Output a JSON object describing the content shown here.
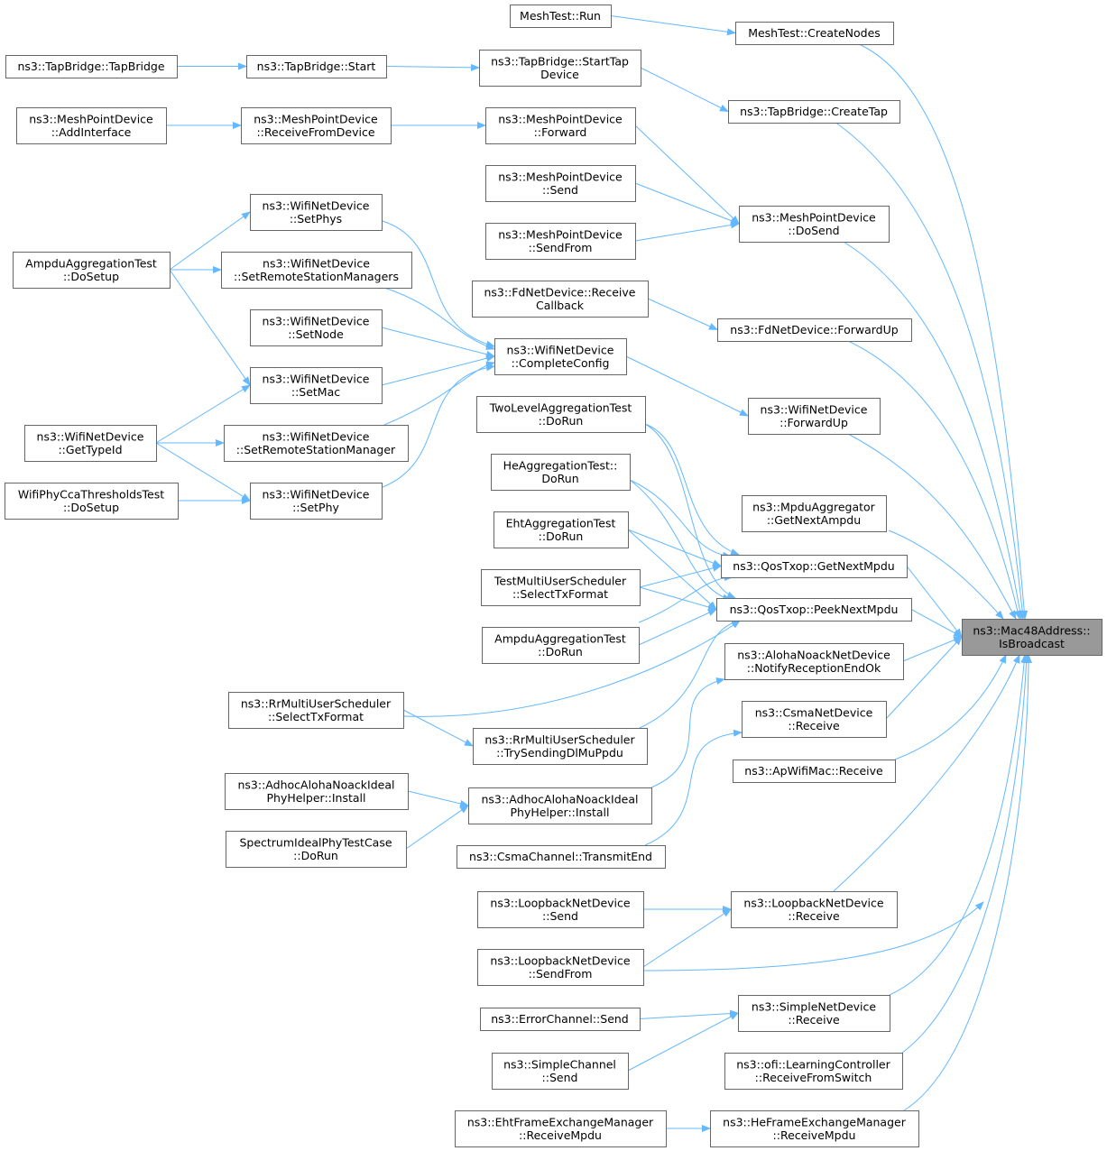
{
  "diagram": {
    "type": "call-graph",
    "direction": "left-to-right",
    "colors": {
      "edge": "#63b8ff",
      "node_border": "#666666",
      "node_fill": "#ffffff",
      "root_fill": "#999999",
      "text": "#000000"
    },
    "root": "n0",
    "nodes": [
      {
        "id": "n0",
        "lines": [
          "ns3::Mac48Address::",
          "IsBroadcast"
        ]
      },
      {
        "id": "n1",
        "lines": [
          "MeshTest::CreateNodes"
        ]
      },
      {
        "id": "n2",
        "lines": [
          "MeshTest::Run"
        ]
      },
      {
        "id": "n3",
        "lines": [
          "ns3::TapBridge::CreateTap"
        ]
      },
      {
        "id": "n4",
        "lines": [
          "ns3::TapBridge::StartTap",
          "Device"
        ]
      },
      {
        "id": "n5",
        "lines": [
          "ns3::TapBridge::Start"
        ]
      },
      {
        "id": "n6",
        "lines": [
          "ns3::TapBridge::TapBridge"
        ]
      },
      {
        "id": "n7",
        "lines": [
          "ns3::MeshPointDevice",
          "::DoSend"
        ]
      },
      {
        "id": "n8",
        "lines": [
          "ns3::MeshPointDevice",
          "::Forward"
        ]
      },
      {
        "id": "n9",
        "lines": [
          "ns3::MeshPointDevice",
          "::ReceiveFromDevice"
        ]
      },
      {
        "id": "n10",
        "lines": [
          "ns3::MeshPointDevice",
          "::AddInterface"
        ]
      },
      {
        "id": "n11",
        "lines": [
          "ns3::MeshPointDevice",
          "::Send"
        ]
      },
      {
        "id": "n12",
        "lines": [
          "ns3::MeshPointDevice",
          "::SendFrom"
        ]
      },
      {
        "id": "n13",
        "lines": [
          "ns3::FdNetDevice::ForwardUp"
        ]
      },
      {
        "id": "n14",
        "lines": [
          "ns3::FdNetDevice::Receive",
          "Callback"
        ]
      },
      {
        "id": "n15",
        "lines": [
          "ns3::WifiNetDevice",
          "::ForwardUp"
        ]
      },
      {
        "id": "n16",
        "lines": [
          "ns3::WifiNetDevice",
          "::CompleteConfig"
        ]
      },
      {
        "id": "n17",
        "lines": [
          "ns3::WifiNetDevice",
          "::SetPhys"
        ]
      },
      {
        "id": "n18",
        "lines": [
          "AmpduAggregationTest",
          "::DoSetup"
        ]
      },
      {
        "id": "n19",
        "lines": [
          "ns3::WifiNetDevice",
          "::SetRemoteStationManagers"
        ]
      },
      {
        "id": "n20",
        "lines": [
          "ns3::WifiNetDevice",
          "::SetNode"
        ]
      },
      {
        "id": "n21",
        "lines": [
          "ns3::WifiNetDevice",
          "::SetMac"
        ]
      },
      {
        "id": "n22",
        "lines": [
          "ns3::WifiNetDevice",
          "::GetTypeId"
        ]
      },
      {
        "id": "n23",
        "lines": [
          "ns3::WifiNetDevice",
          "::SetRemoteStationManager"
        ]
      },
      {
        "id": "n24",
        "lines": [
          "ns3::WifiNetDevice",
          "::SetPhy"
        ]
      },
      {
        "id": "n25",
        "lines": [
          "WifiPhyCcaThresholdsTest",
          "::DoSetup"
        ]
      },
      {
        "id": "n26",
        "lines": [
          "ns3::MpduAggregator",
          "::GetNextAmpdu"
        ]
      },
      {
        "id": "n27",
        "lines": [
          "ns3::QosTxop::GetNextMpdu"
        ]
      },
      {
        "id": "n28",
        "lines": [
          "TwoLevelAggregationTest",
          "::DoRun"
        ]
      },
      {
        "id": "n29",
        "lines": [
          "HeAggregationTest::",
          "DoRun"
        ]
      },
      {
        "id": "n30",
        "lines": [
          "EhtAggregationTest",
          "::DoRun"
        ]
      },
      {
        "id": "n31",
        "lines": [
          "TestMultiUserScheduler",
          "::SelectTxFormat"
        ]
      },
      {
        "id": "n32",
        "lines": [
          "ns3::QosTxop::PeekNextMpdu"
        ]
      },
      {
        "id": "n33",
        "lines": [
          "AmpduAggregationTest",
          "::DoRun"
        ]
      },
      {
        "id": "n34",
        "lines": [
          "ns3::RrMultiUserScheduler",
          "::SelectTxFormat"
        ]
      },
      {
        "id": "n35",
        "lines": [
          "ns3::RrMultiUserScheduler",
          "::TrySendingDlMuPpdu"
        ]
      },
      {
        "id": "n36",
        "lines": [
          "ns3::AlohaNoackNetDevice",
          "::NotifyReceptionEndOk"
        ]
      },
      {
        "id": "n37",
        "lines": [
          "ns3::AdhocAlohaNoackIdeal",
          "PhyHelper::Install"
        ]
      },
      {
        "id": "n38",
        "lines": [
          "ns3::AdhocAlohaNoackIdeal",
          "PhyHelper::Install"
        ]
      },
      {
        "id": "n39",
        "lines": [
          "SpectrumIdealPhyTestCase",
          "::DoRun"
        ]
      },
      {
        "id": "n40",
        "lines": [
          "ns3::CsmaNetDevice",
          "::Receive"
        ]
      },
      {
        "id": "n41",
        "lines": [
          "ns3::CsmaChannel::TransmitEnd"
        ]
      },
      {
        "id": "n42",
        "lines": [
          "ns3::ApWifiMac::Receive"
        ]
      },
      {
        "id": "n43",
        "lines": [
          "ns3::LoopbackNetDevice",
          "::Receive"
        ]
      },
      {
        "id": "n44",
        "lines": [
          "ns3::LoopbackNetDevice",
          "::Send"
        ]
      },
      {
        "id": "n45",
        "lines": [
          "ns3::LoopbackNetDevice",
          "::SendFrom"
        ]
      },
      {
        "id": "n46",
        "lines": [
          "ns3::SimpleNetDevice",
          "::Receive"
        ]
      },
      {
        "id": "n47",
        "lines": [
          "ns3::ErrorChannel::Send"
        ]
      },
      {
        "id": "n48",
        "lines": [
          "ns3::SimpleChannel",
          "::Send"
        ]
      },
      {
        "id": "n49",
        "lines": [
          "ns3::ofi::LearningController",
          "::ReceiveFromSwitch"
        ]
      },
      {
        "id": "n50",
        "lines": [
          "ns3::HeFrameExchangeManager",
          "::ReceiveMpdu"
        ]
      },
      {
        "id": "n51",
        "lines": [
          "ns3::EhtFrameExchangeManager",
          "::ReceiveMpdu"
        ]
      }
    ],
    "edges": [
      {
        "from": "n1",
        "to": "n0"
      },
      {
        "from": "n2",
        "to": "n1"
      },
      {
        "from": "n3",
        "to": "n0"
      },
      {
        "from": "n4",
        "to": "n3"
      },
      {
        "from": "n5",
        "to": "n4"
      },
      {
        "from": "n6",
        "to": "n5"
      },
      {
        "from": "n7",
        "to": "n0"
      },
      {
        "from": "n8",
        "to": "n7"
      },
      {
        "from": "n9",
        "to": "n8"
      },
      {
        "from": "n10",
        "to": "n9"
      },
      {
        "from": "n11",
        "to": "n7"
      },
      {
        "from": "n12",
        "to": "n7"
      },
      {
        "from": "n13",
        "to": "n0"
      },
      {
        "from": "n14",
        "to": "n13"
      },
      {
        "from": "n15",
        "to": "n0"
      },
      {
        "from": "n16",
        "to": "n15"
      },
      {
        "from": "n17",
        "to": "n16"
      },
      {
        "from": "n18",
        "to": "n17"
      },
      {
        "from": "n19",
        "to": "n16"
      },
      {
        "from": "n18",
        "to": "n19"
      },
      {
        "from": "n20",
        "to": "n16"
      },
      {
        "from": "n21",
        "to": "n16"
      },
      {
        "from": "n18",
        "to": "n21"
      },
      {
        "from": "n22",
        "to": "n21"
      },
      {
        "from": "n23",
        "to": "n16"
      },
      {
        "from": "n22",
        "to": "n23"
      },
      {
        "from": "n24",
        "to": "n16"
      },
      {
        "from": "n22",
        "to": "n24"
      },
      {
        "from": "n25",
        "to": "n24"
      },
      {
        "from": "n26",
        "to": "n0"
      },
      {
        "from": "n27",
        "to": "n0"
      },
      {
        "from": "n28",
        "to": "n27"
      },
      {
        "from": "n29",
        "to": "n27"
      },
      {
        "from": "n30",
        "to": "n27"
      },
      {
        "from": "n31",
        "to": "n27"
      },
      {
        "from": "n33",
        "to": "n27"
      },
      {
        "from": "n32",
        "to": "n0"
      },
      {
        "from": "n28",
        "to": "n32"
      },
      {
        "from": "n29",
        "to": "n32"
      },
      {
        "from": "n30",
        "to": "n32"
      },
      {
        "from": "n31",
        "to": "n32"
      },
      {
        "from": "n33",
        "to": "n32"
      },
      {
        "from": "n34",
        "to": "n32"
      },
      {
        "from": "n35",
        "to": "n32"
      },
      {
        "from": "n34",
        "to": "n35"
      },
      {
        "from": "n36",
        "to": "n0"
      },
      {
        "from": "n37",
        "to": "n36"
      },
      {
        "from": "n38",
        "to": "n37"
      },
      {
        "from": "n39",
        "to": "n37"
      },
      {
        "from": "n40",
        "to": "n0"
      },
      {
        "from": "n41",
        "to": "n40"
      },
      {
        "from": "n42",
        "to": "n0"
      },
      {
        "from": "n43",
        "to": "n0"
      },
      {
        "from": "n44",
        "to": "n43"
      },
      {
        "from": "n45",
        "to": "n43"
      },
      {
        "from": "n45",
        "to": "n0"
      },
      {
        "from": "n46",
        "to": "n0"
      },
      {
        "from": "n47",
        "to": "n46"
      },
      {
        "from": "n48",
        "to": "n46"
      },
      {
        "from": "n49",
        "to": "n0"
      },
      {
        "from": "n50",
        "to": "n0"
      },
      {
        "from": "n51",
        "to": "n50"
      }
    ]
  }
}
